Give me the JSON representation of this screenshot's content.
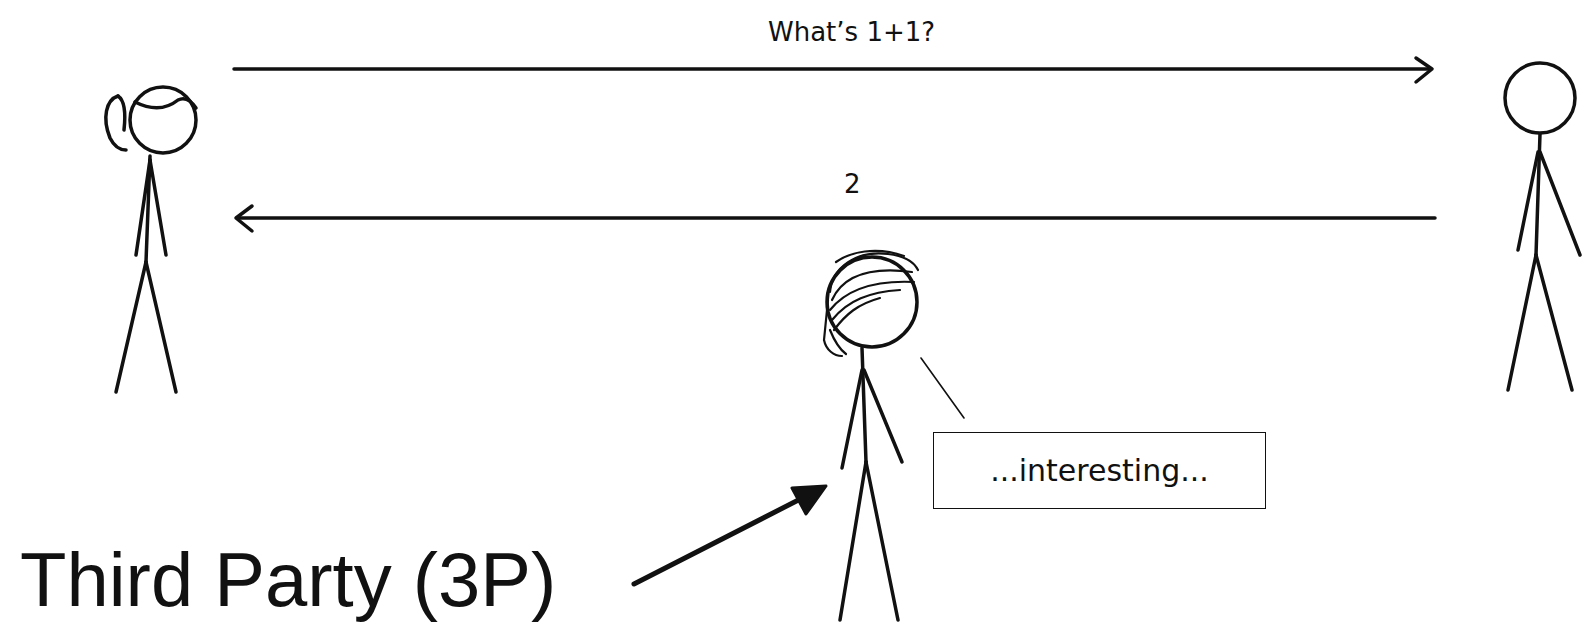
{
  "diagram": {
    "nodes": [
      {
        "text": [
          "...interesting..."
        ]
      }
    ],
    "labels": [
      "What’s 1+1?",
      "2",
      "Third Party (3P)"
    ]
  }
}
